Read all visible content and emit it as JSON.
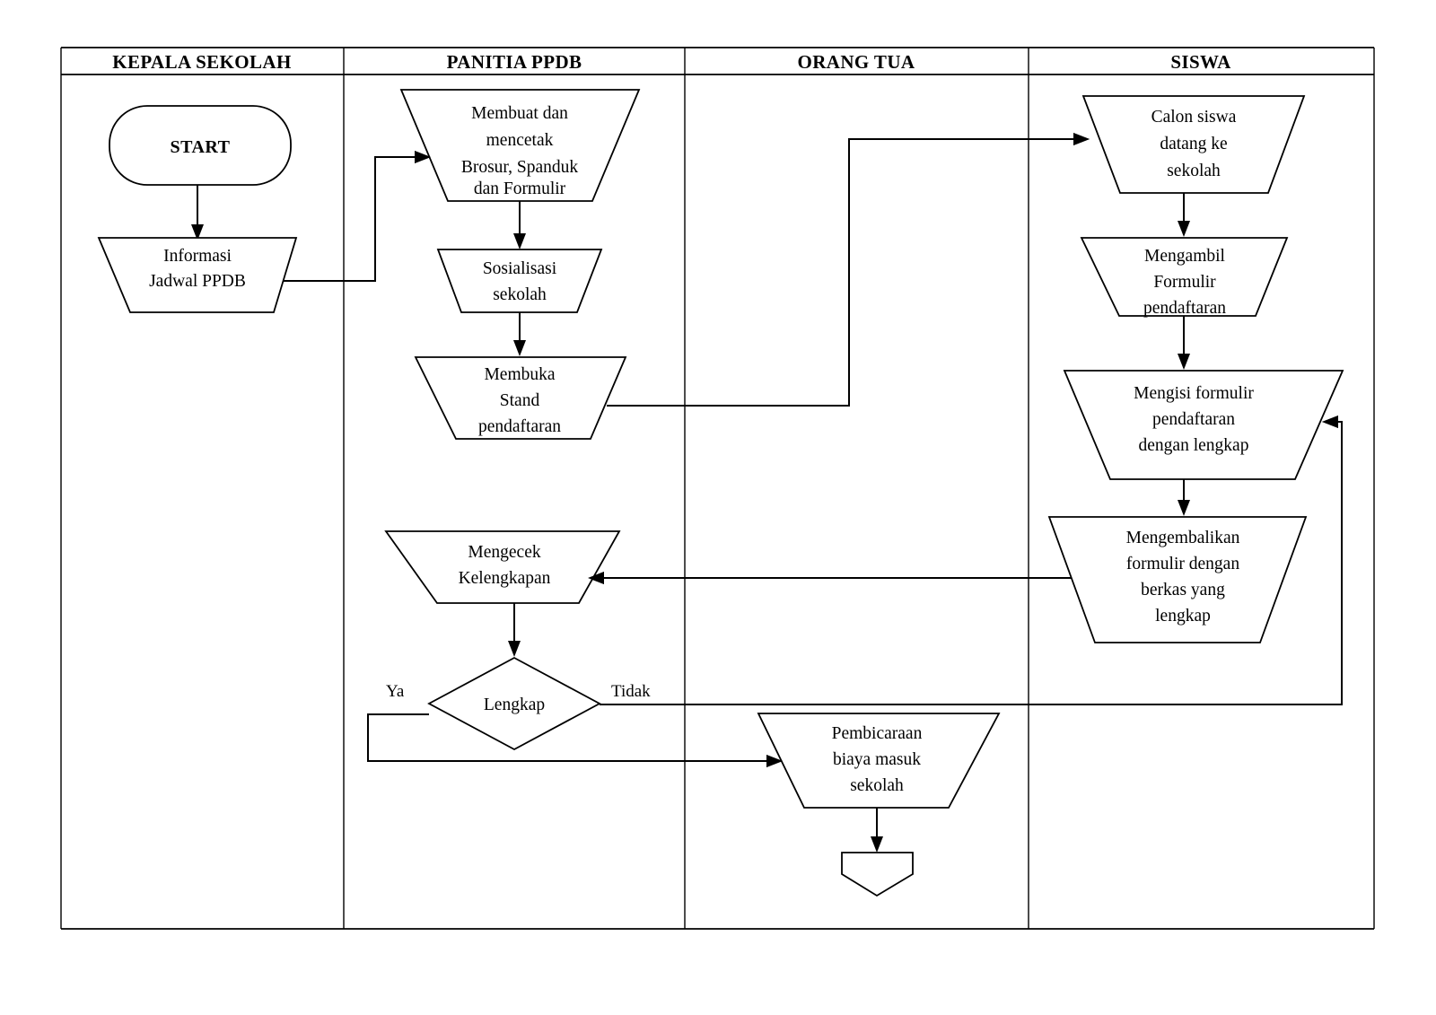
{
  "document": {
    "title": "Flowchart PPDB",
    "type": "swimlane-flowchart",
    "background_color": "#ffffff",
    "line_color": "#000000"
  },
  "lanes": [
    {
      "id": "kepala-sekolah",
      "label": "KEPALA SEKOLAH"
    },
    {
      "id": "panitia-ppdb",
      "label": "PANITIA PPDB"
    },
    {
      "id": "orang-tua",
      "label": "ORANG TUA"
    },
    {
      "id": "siswa",
      "label": "SISWA"
    }
  ],
  "nodes": {
    "start": {
      "label": "START",
      "shape": "terminator-rounded",
      "lane": "kepala-sekolah"
    },
    "informasi": {
      "line1": "Informasi",
      "line2": "Jadwal PPDB",
      "shape": "trapezoid-manual",
      "lane": "kepala-sekolah"
    },
    "membuat": {
      "line1": "Membuat dan",
      "line2": "mencetak",
      "line3": "Brosur, Spanduk",
      "line4": "dan Formulir",
      "shape": "trapezoid-manual",
      "lane": "panitia-ppdb"
    },
    "sosialisasi": {
      "line1": "Sosialisasi",
      "line2": "sekolah",
      "shape": "trapezoid-manual",
      "lane": "panitia-ppdb"
    },
    "membuka_stand": {
      "line1": "Membuka",
      "line2": "Stand",
      "line3": "pendaftaran",
      "shape": "trapezoid-manual",
      "lane": "panitia-ppdb"
    },
    "mengecek": {
      "line1": "Mengecek",
      "line2": "Kelengkapan",
      "shape": "trapezoid-manual",
      "lane": "panitia-ppdb"
    },
    "lengkap": {
      "label": "Lengkap",
      "shape": "decision-diamond",
      "lane": "panitia-ppdb"
    },
    "pembicaraan": {
      "line1": "Pembicaraan",
      "line2": "biaya masuk",
      "line3": "sekolah",
      "shape": "trapezoid-manual",
      "lane": "orang-tua"
    },
    "end": {
      "label": "",
      "shape": "pentagon-offpage",
      "lane": "orang-tua"
    },
    "calon_siswa": {
      "line1": "Calon siswa",
      "line2": "datang ke",
      "line3": "sekolah",
      "shape": "trapezoid-manual",
      "lane": "siswa"
    },
    "mengambil": {
      "line1": "Mengambil",
      "line2": "Formulir",
      "line3": "pendaftaran",
      "shape": "trapezoid-manual",
      "lane": "siswa"
    },
    "mengisi": {
      "line1": "Mengisi formulir",
      "line2": "pendaftaran",
      "line3": "dengan lengkap",
      "shape": "trapezoid-manual",
      "lane": "siswa"
    },
    "mengembalikan": {
      "line1": "Mengembalikan",
      "line2": "formulir dengan",
      "line3": "berkas yang",
      "line4": "lengkap",
      "shape": "trapezoid-manual",
      "lane": "siswa"
    }
  },
  "edge_labels": {
    "ya": "Ya",
    "tidak": "Tidak"
  }
}
